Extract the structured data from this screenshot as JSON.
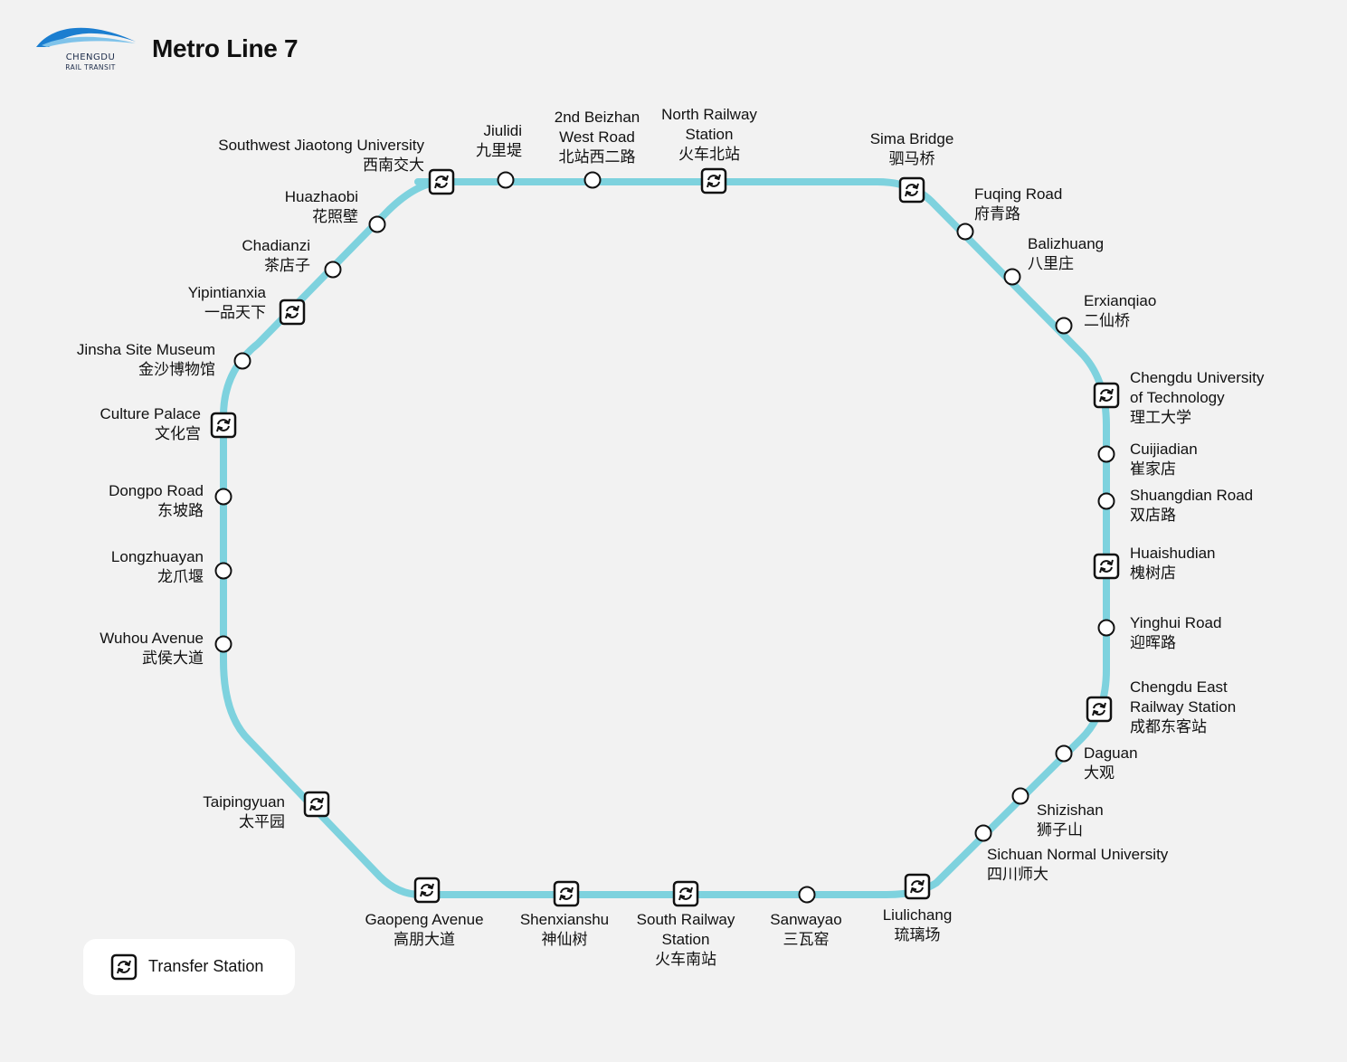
{
  "header": {
    "logo_line1": "CHENGDU",
    "logo_line2": "RAIL TRANSIT",
    "title": "Metro Line 7"
  },
  "legend": {
    "label": "Transfer Station",
    "icon": "transfer-icon"
  },
  "colors": {
    "line": "#7ed2de",
    "background": "#f2f2f2",
    "station_stroke": "#111111",
    "station_fill": "#ffffff",
    "text": "#111111",
    "logo_blue": "#1b7ed0",
    "logo_dark": "#1d2c4a"
  },
  "stations": [
    {
      "id": "southwest-jiaotong-university",
      "en": [
        "Southwest Jiaotong University"
      ],
      "zh": "西南交大",
      "transfer": true
    },
    {
      "id": "jiulidi",
      "en": [
        "Jiulidi"
      ],
      "zh": "九里堤",
      "transfer": false
    },
    {
      "id": "2nd-beizhan-west-road",
      "en": [
        "2nd Beizhan",
        "West Road"
      ],
      "zh": "北站西二路",
      "transfer": false
    },
    {
      "id": "north-railway-station",
      "en": [
        "North Railway",
        "Station"
      ],
      "zh": "火车北站",
      "transfer": true
    },
    {
      "id": "sima-bridge",
      "en": [
        "Sima Bridge"
      ],
      "zh": "驷马桥",
      "transfer": true
    },
    {
      "id": "fuqing-road",
      "en": [
        "Fuqing Road"
      ],
      "zh": "府青路",
      "transfer": false
    },
    {
      "id": "balizhuang",
      "en": [
        "Balizhuang"
      ],
      "zh": "八里庄",
      "transfer": false
    },
    {
      "id": "erxianqiao",
      "en": [
        "Erxianqiao"
      ],
      "zh": "二仙桥",
      "transfer": false
    },
    {
      "id": "chengdu-university-of-technology",
      "en": [
        "Chengdu University",
        "of Technology"
      ],
      "zh": "理工大学",
      "transfer": true
    },
    {
      "id": "cuijiadian",
      "en": [
        "Cuijiadian"
      ],
      "zh": "崔家店",
      "transfer": false
    },
    {
      "id": "shuangdian-road",
      "en": [
        "Shuangdian Road"
      ],
      "zh": "双店路",
      "transfer": false
    },
    {
      "id": "huaishudian",
      "en": [
        "Huaishudian"
      ],
      "zh": "槐树店",
      "transfer": true
    },
    {
      "id": "yinghui-road",
      "en": [
        "Yinghui Road"
      ],
      "zh": "迎晖路",
      "transfer": false
    },
    {
      "id": "chengdu-east-railway-station",
      "en": [
        "Chengdu East",
        "Railway Station"
      ],
      "zh": "成都东客站",
      "transfer": true
    },
    {
      "id": "daguan",
      "en": [
        "Daguan"
      ],
      "zh": "大观",
      "transfer": false
    },
    {
      "id": "shizishan",
      "en": [
        "Shizishan"
      ],
      "zh": "狮子山",
      "transfer": false
    },
    {
      "id": "sichuan-normal-university",
      "en": [
        "Sichuan Normal University"
      ],
      "zh": "四川师大",
      "transfer": false
    },
    {
      "id": "liulichang",
      "en": [
        "Liulichang"
      ],
      "zh": "琉璃场",
      "transfer": true
    },
    {
      "id": "sanwayao",
      "en": [
        "Sanwayao"
      ],
      "zh": "三瓦窑",
      "transfer": false
    },
    {
      "id": "south-railway-station",
      "en": [
        "South Railway",
        "Station"
      ],
      "zh": "火车南站",
      "transfer": true
    },
    {
      "id": "shenxianshu",
      "en": [
        "Shenxianshu"
      ],
      "zh": "神仙树",
      "transfer": true
    },
    {
      "id": "gaopeng-avenue",
      "en": [
        "Gaopeng Avenue"
      ],
      "zh": "高朋大道",
      "transfer": true
    },
    {
      "id": "taipingyuan",
      "en": [
        "Taipingyuan"
      ],
      "zh": "太平园",
      "transfer": true
    },
    {
      "id": "wuhou-avenue",
      "en": [
        "Wuhou Avenue"
      ],
      "zh": "武侯大道",
      "transfer": false
    },
    {
      "id": "longzhuayan",
      "en": [
        "Longzhuayan"
      ],
      "zh": "龙爪堰",
      "transfer": false
    },
    {
      "id": "dongpo-road",
      "en": [
        "Dongpo Road"
      ],
      "zh": "东坡路",
      "transfer": false
    },
    {
      "id": "culture-palace",
      "en": [
        "Culture Palace"
      ],
      "zh": "文化宫",
      "transfer": true
    },
    {
      "id": "jinsha-site-museum",
      "en": [
        "Jinsha Site Museum"
      ],
      "zh": "金沙博物馆",
      "transfer": false
    },
    {
      "id": "yipintianxia",
      "en": [
        "Yipintianxia"
      ],
      "zh": "一品天下",
      "transfer": true
    },
    {
      "id": "chadianzi",
      "en": [
        "Chadianzi"
      ],
      "zh": "茶店子",
      "transfer": false
    },
    {
      "id": "huazhaobi",
      "en": [
        "Huazhaobi"
      ],
      "zh": "花照壁",
      "transfer": false
    }
  ]
}
